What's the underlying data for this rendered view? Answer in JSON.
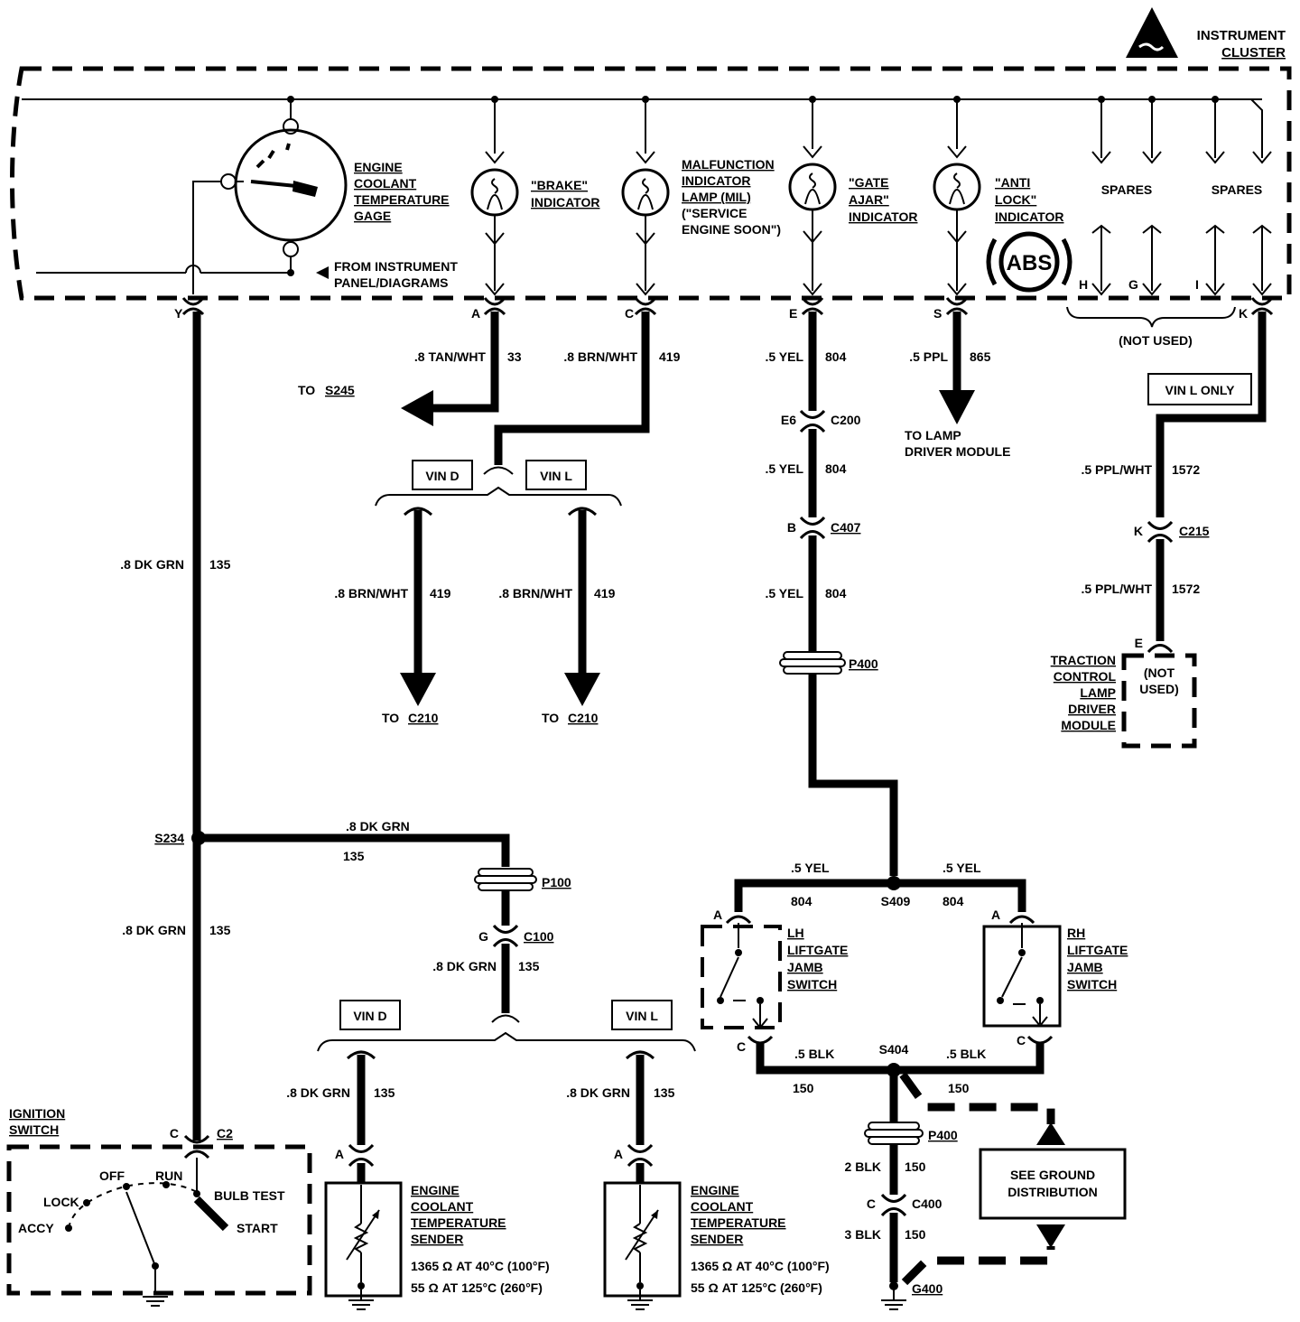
{
  "cluster": {
    "title_line1": "INSTRUMENT",
    "title_line2": "CLUSTER",
    "gage": [
      "ENGINE",
      "COOLANT",
      "TEMPERATURE",
      "GAGE"
    ],
    "from_panel": [
      "FROM INSTRUMENT",
      "PANEL/DIAGRAMS"
    ],
    "brake": [
      "\"BRAKE\"",
      "INDICATOR"
    ],
    "mil": [
      "MALFUNCTION",
      "INDICATOR",
      "LAMP (MIL)",
      "(\"SERVICE",
      "ENGINE SOON\")"
    ],
    "gate": [
      "\"GATE",
      "AJAR\"",
      "INDICATOR"
    ],
    "antilock": [
      "\"ANTI",
      "LOCK\"",
      "INDICATOR"
    ],
    "abs": "ABS",
    "spares1": "SPARES",
    "spares2": "SPARES",
    "pins": {
      "y": "Y",
      "a": "A",
      "c": "C",
      "e": "E",
      "s": "S",
      "h": "H",
      "g": "G",
      "i": "I",
      "k": "K"
    },
    "not_used": "(NOT USED)"
  },
  "wires": {
    "w135_1": {
      "gauge": ".8 DK GRN",
      "circuit": "135"
    },
    "w33": {
      "gauge": ".8 TAN/WHT",
      "circuit": "33"
    },
    "w419_top": {
      "gauge": ".8 BRN/WHT",
      "circuit": "419"
    },
    "w804_1": {
      "gauge": ".5 YEL",
      "circuit": "804"
    },
    "w865": {
      "gauge": ".5 PPL",
      "circuit": "865"
    },
    "w804_2": {
      "gauge": ".5 YEL",
      "circuit": "804"
    },
    "w804_3": {
      "gauge": ".5 YEL",
      "circuit": "804"
    },
    "w1572_1": {
      "gauge": ".5 PPL/WHT",
      "circuit": "1572"
    },
    "w1572_2": {
      "gauge": ".5 PPL/WHT",
      "circuit": "1572"
    },
    "w419_l": {
      "gauge": ".8 BRN/WHT",
      "circuit": "419"
    },
    "w419_r": {
      "gauge": ".8 BRN/WHT",
      "circuit": "419"
    },
    "w135_h": {
      "gauge": ".8 DK GRN",
      "circuit": "135"
    },
    "w135_2": {
      "gauge": ".8 DK GRN",
      "circuit": "135"
    },
    "w135_3": {
      "gauge": ".8 DK GRN",
      "circuit": "135"
    },
    "w135_4": {
      "gauge": ".8 DK GRN",
      "circuit": "135"
    },
    "w135_5": {
      "gauge": ".8 DK GRN",
      "circuit": "135"
    },
    "w804_l": {
      "gauge": ".5 YEL",
      "circuit": "804"
    },
    "w804_r": {
      "gauge": ".5 YEL",
      "circuit": "804"
    },
    "w150_l": {
      "gauge": ".5 BLK",
      "circuit": "150"
    },
    "w150_r": {
      "gauge": ".5 BLK",
      "circuit": "150"
    },
    "w150_2": {
      "gauge": "2 BLK",
      "circuit": "150"
    },
    "w150_3": {
      "gauge": "3 BLK",
      "circuit": "150"
    }
  },
  "labels": {
    "to_s245_pre": "TO ",
    "to_s245": "S245",
    "to_lamp": [
      "TO LAMP",
      "DRIVER MODULE"
    ],
    "vin_l_only": "VIN L ONLY",
    "vin_d_top": "VIN D",
    "vin_l_top": "VIN L",
    "to_c210_pre": "TO ",
    "to_c210": "C210",
    "vin_d_bot": "VIN D",
    "vin_l_bot": "VIN L",
    "traction": [
      "TRACTION",
      "CONTROL",
      "LAMP",
      "DRIVER",
      "MODULE"
    ],
    "tc_not_used": [
      "(NOT",
      "USED)"
    ],
    "ignition": [
      "IGNITION",
      "SWITCH"
    ],
    "ign_positions": {
      "off": "OFF",
      "run": "RUN",
      "lock": "LOCK",
      "accy": "ACCY",
      "bulb": "BULB TEST",
      "start": "START"
    },
    "lh_switch": [
      "LH",
      "LIFTGATE",
      "JAMB",
      "SWITCH"
    ],
    "rh_switch": [
      "RH",
      "LIFTGATE",
      "JAMB",
      "SWITCH"
    ],
    "sender": [
      "ENGINE",
      "COOLANT",
      "TEMPERATURE",
      "SENDER"
    ],
    "sender_spec1": "1365 Ω AT 40°C (100°F)",
    "sender_spec2": "55 Ω AT 125°C (260°F)",
    "see_ground": [
      "SEE GROUND",
      "DISTRIBUTION"
    ]
  },
  "connectors": {
    "c200": {
      "name": "C200",
      "pin": "E6"
    },
    "c407": {
      "name": "C407",
      "pin": "B"
    },
    "p400a": {
      "name": "P400"
    },
    "c215": {
      "name": "C215",
      "pin": "K"
    },
    "tc_pin": "E",
    "s234": "S234",
    "p100": {
      "name": "P100"
    },
    "c100": {
      "name": "C100",
      "pin": "G"
    },
    "c2": {
      "name": "C2",
      "pin": "C"
    },
    "s409": "S409",
    "s404": "S404",
    "p400b": {
      "name": "P400"
    },
    "c400": {
      "name": "C400",
      "pin": "C"
    },
    "g400": "G400",
    "sender_pin_l": "A",
    "sender_pin_r": "A",
    "lh_a": "A",
    "lh_c": "C",
    "rh_a": "A",
    "rh_c": "C"
  }
}
